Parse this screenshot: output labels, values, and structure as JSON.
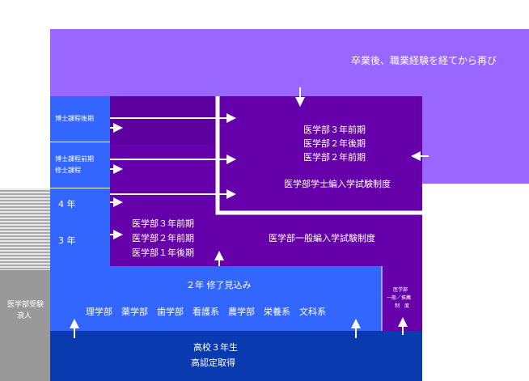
{
  "graduate_reentry": {
    "label": "卒業後、職業経験を経てから再び"
  },
  "left_column": {
    "doctor_late": "博士課程後期",
    "doctor_early": "博士課程前期",
    "master": "修士課程",
    "year4": "4 年",
    "year3": "3 年"
  },
  "ronin": {
    "line1": "医学部受験",
    "line2": "浪人"
  },
  "bachelor_transfer": {
    "lines": [
      "医学部３年前期",
      "医学部２年後期",
      "医学部２年前期"
    ],
    "label": "医学部学士編入学試験制度"
  },
  "general_transfer": {
    "lines": [
      "医学部３年前期",
      "医学部２年前期",
      "医学部１年後期"
    ],
    "label": "医学部一般編入学試験制度"
  },
  "faculty_block": {
    "title": "２年 修了見込み",
    "departments": "理学部　薬学部　歯学部　看護系　農学部　栄養系　文科系"
  },
  "recommendation": {
    "line1": "医学部",
    "line2": "一般／推薦",
    "line3": "制　度"
  },
  "high_school": {
    "line1": "高校３年生",
    "line2": "高認定取得"
  },
  "colors": {
    "lavender": "#9966ff",
    "purple": "#6600aa",
    "blue": "#3366ff",
    "navy": "#0a3ab0",
    "gray": "#999999",
    "arrow": "#ffffff"
  }
}
